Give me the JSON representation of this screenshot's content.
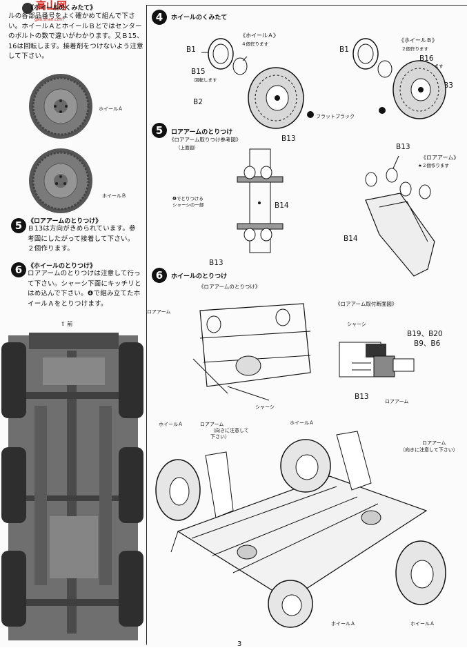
{
  "header": {
    "logo_text": "高山网",
    "logo_url_text": "gao.shan.com"
  },
  "left": {
    "step_intro": {
      "title": "《ホイールのくみたて》",
      "body": "ルの各部品番号をよく確かめて組んで下さい。ホイールＡとホイールＢとではセンターのボルトの数で違いがわかります。又Ｂ15、16は回転します。接着剤をつけないよう注意して下さい。",
      "wheel_a": "ホイールＡ",
      "wheel_b": "ホイールＢ"
    },
    "step5": {
      "num": "5",
      "title": "《ロアアームのとりつけ》",
      "body": "Ｂ13は方向がきめられています。参考図にしたがって接着して下さい。２個作ります。"
    },
    "step6": {
      "num": "6",
      "title": "《ホイールのとりつけ》",
      "body": "ロアアームのとりつけは注意して行って下さい。シャーシ下面にキッチリとはめ込んで下さい。❹で組み立てたホイールＡをとりつけます。"
    },
    "front_label": "⇧ 前"
  },
  "right": {
    "step4": {
      "num": "4",
      "title": "ホイールのくみたて",
      "wheel_a_title": "《ホイールＡ》",
      "wheel_a_note": "４個作ります",
      "wheel_b_title": "《ホイールＢ》",
      "wheel_b_note": "２個作ります",
      "b1_left": "B1",
      "b1_right": "B1",
      "b15": "B15",
      "b15_note": "回転します",
      "b2": "B2",
      "b16": "B16",
      "b16_note": "回転します",
      "b3": "B3",
      "flat_black": "フラットブラック"
    },
    "step5": {
      "num": "5",
      "title": "ロアアームのとりつけ",
      "ref_title": "《ロアアーム取りつけ参考図》",
      "top_view": "（上面図）",
      "b13_top": "B13",
      "b13_bottom": "B13",
      "b14_left": "B14",
      "note_chassis": "❹でとりつける\nシャーシの一部",
      "b13_right": "B13",
      "lower_arm": "《ロアアーム》",
      "lower_arm_note": "★２個作ります",
      "b14_right": "B14"
    },
    "step6": {
      "num": "6",
      "title": "ホイールのとりつけ",
      "attach_title": "《ロアアームのとりつけ》",
      "lower_arm_label": "ロアアーム",
      "chassis_label": "シャーシ",
      "section_title": "《ロアアーム取付断面図》",
      "section_chassis": "シャーシ",
      "b19_b20": "B19、B20",
      "b9_b6": "B9、B6",
      "b13": "B13",
      "section_lower_arm": "ロアアーム",
      "wheel_a_1": "ホイールＡ",
      "lower_arm_2": "ロアアーム",
      "direction_note": "（向きに注意して\n下さい）",
      "wheel_a_2": "ホイールＡ",
      "lower_arm_3": "ロアアーム",
      "direction_note_2": "（向きに注意して下さい）",
      "wheel_a_3": "ホイールＡ",
      "wheel_a_4": "ホイールＡ"
    }
  },
  "footer": {
    "page_number": "3"
  },
  "colors": {
    "ink": "#111111",
    "paper": "#fbfbfb",
    "photo_dark": "#3a3a3a",
    "photo_mid": "#8a8a8a",
    "logo_red": "#d8261c"
  }
}
